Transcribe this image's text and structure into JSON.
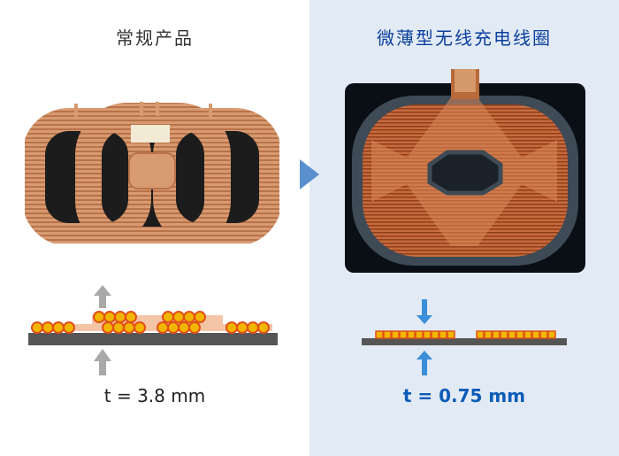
{
  "left_panel": {
    "title": "常规产品",
    "thickness": "t = 3.8 mm"
  },
  "right_panel": {
    "title": "微薄型无线充电线圈",
    "thickness": "t = 0.75 mm"
  },
  "colors": {
    "right_background": "#e2eaf5",
    "right_title": "#0b3f9e",
    "right_thickness": "#0b5cb8",
    "transition_arrow": "#5a8fd0",
    "copper": "#d99a6c",
    "wire_fill": "#f2b600",
    "wire_outline": "#e0501a",
    "pressure_arrow_left": "#a8a8a8",
    "pressure_arrow_right": "#3b8fd8",
    "substrate": "#555555"
  }
}
